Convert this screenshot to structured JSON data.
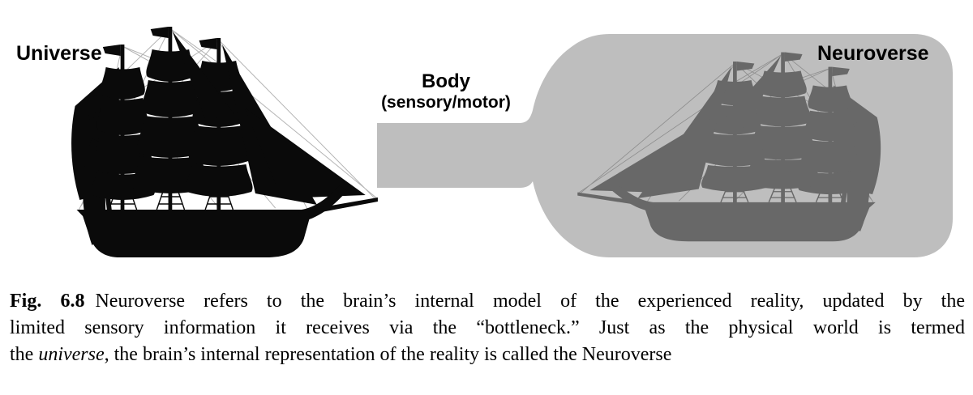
{
  "figure": {
    "universe_label": "Universe",
    "body_label": {
      "line1": "Body",
      "line2": "(sensory/motor)"
    },
    "neuroverse_label": "Neuroverse",
    "icons": {
      "left": "tall-ship-silhouette-icon",
      "right": "tall-ship-in-bottle-icon",
      "connector": "bottle-neck-shape"
    },
    "colors": {
      "background": "#ffffff",
      "bottle_gray": "#bebebe",
      "universe_ship": "#0a0a0a",
      "neuroverse_ship": "#686868",
      "universe_rigging": "#b3b3b3",
      "neuroverse_rigging": "#8f8f8f",
      "label_text": "#000000"
    }
  },
  "caption": {
    "line1": {
      "fig": "Fig. 6.8",
      "text": "Neuroverse refers to the brain’s internal model of the experienced reality, updated by the"
    },
    "line2": {
      "text": "limited sensory information it receives via the “bottleneck.” Just as the physical world is termed"
    },
    "line3": {
      "pre": "the ",
      "italic": "universe",
      "post": ", the brain’s internal representation of the reality is called the Neuroverse"
    }
  }
}
